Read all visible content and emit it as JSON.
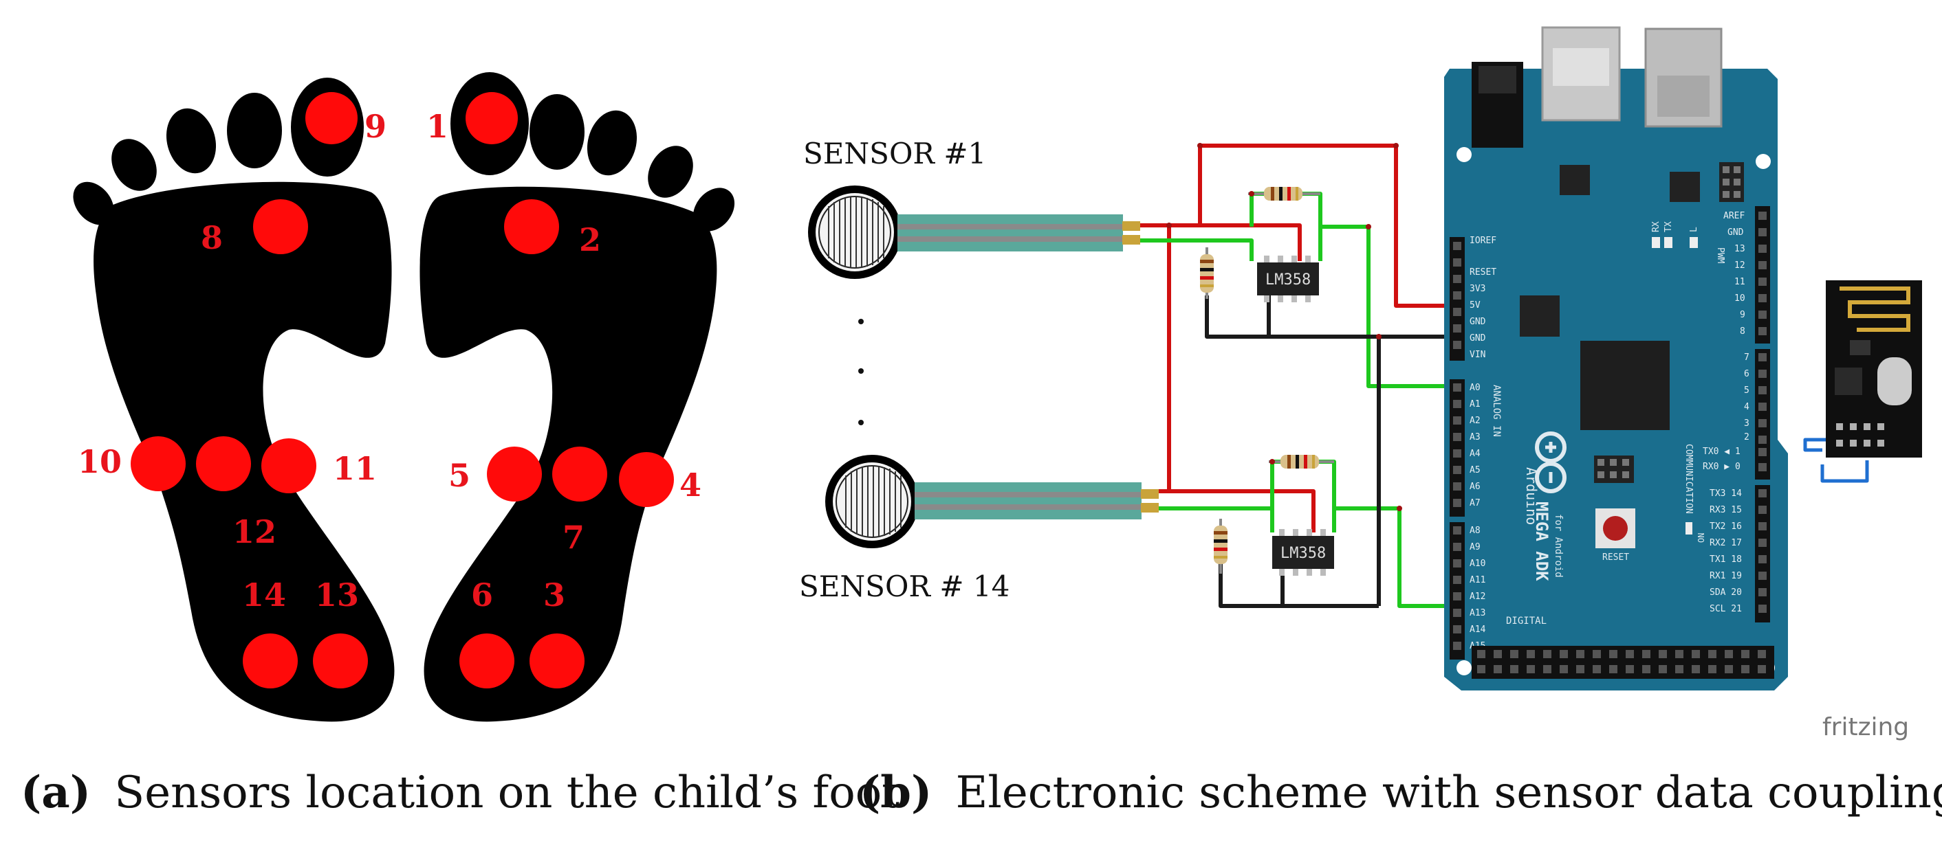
{
  "panel_a": {
    "caption_letter": "(a)",
    "caption_text": "Sensors location on the child’s foot",
    "sensors": [
      {
        "id": "9",
        "label": "9"
      },
      {
        "id": "8",
        "label": "8"
      },
      {
        "id": "10",
        "label": "10"
      },
      {
        "id": "11",
        "label": "11"
      },
      {
        "id": "12",
        "label": "12"
      },
      {
        "id": "14",
        "label": "14"
      },
      {
        "id": "13",
        "label": "13"
      },
      {
        "id": "1",
        "label": "1"
      },
      {
        "id": "2",
        "label": "2"
      },
      {
        "id": "5",
        "label": "5"
      },
      {
        "id": "4",
        "label": "4"
      },
      {
        "id": "7",
        "label": "7"
      },
      {
        "id": "6",
        "label": "6"
      },
      {
        "id": "3",
        "label": "3"
      }
    ],
    "colors": {
      "foot": "#000000",
      "sensor": "#ff0a0a",
      "label": "#e8141c"
    }
  },
  "panel_b": {
    "caption_letter": "(b)",
    "caption_text": "Electronic scheme with sensor data coupling",
    "sensor_top_label": "SENSOR #1",
    "sensor_bottom_label": "SENSOR # 14",
    "ellipsis": ".",
    "opamp_label": "LM358",
    "watermark": "fritzing",
    "board": {
      "brand": "Arduino",
      "model": "MEGA ADK",
      "sub": "for Android",
      "reset": "RESET",
      "on": "ON",
      "analog_in": "ANALOG IN",
      "communication": "COMMUNICATION",
      "digital": "DIGITAL",
      "pwm": "PWM",
      "power_pins": [
        "IOREF",
        "RESET",
        "3V3",
        "5V",
        "GND",
        "GND",
        "VIN"
      ],
      "analog_pins_a": [
        "A0",
        "A1",
        "A2",
        "A3",
        "A4",
        "A5",
        "A6",
        "A7"
      ],
      "analog_pins_b": [
        "A8",
        "A9",
        "A10",
        "A11",
        "A12",
        "A13",
        "A14",
        "A15"
      ],
      "pwm_pins": [
        "AREF",
        "GND",
        "13",
        "12",
        "11",
        "10",
        "9",
        "8"
      ],
      "digital_pins_a": [
        "7",
        "6",
        "5",
        "4",
        "3",
        "2",
        "TX0 ◀ 1",
        "RX0 ▶ 0"
      ],
      "comm_pins": [
        "TX3 14",
        "RX3 15",
        "TX2 16",
        "RX2 17",
        "TX1 18",
        "RX1 19",
        "SDA 20",
        "SCL 21"
      ],
      "led_labels": [
        "RX",
        "TX",
        "L"
      ]
    },
    "colors": {
      "board": "#1a6e8e",
      "wire_red": "#d01010",
      "wire_green": "#1ec81e",
      "wire_black": "#1a1a1a",
      "wire_blue": "#1f6fd0",
      "strip": "#5aa89b"
    }
  }
}
